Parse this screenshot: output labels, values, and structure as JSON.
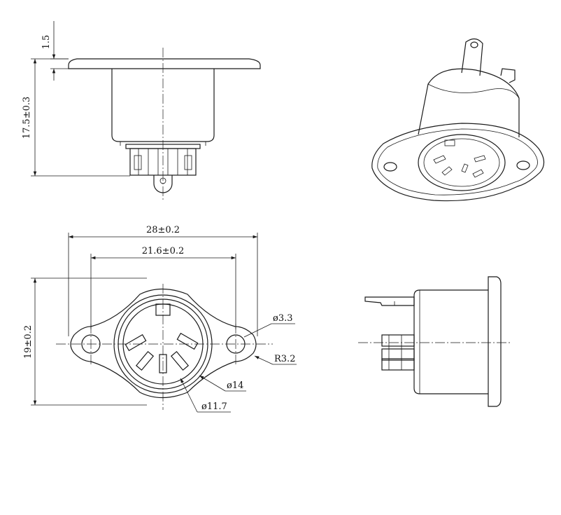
{
  "dimensions": {
    "flange_thickness": "1.5",
    "height": "17.5±0.3",
    "overall_width": "28±0.2",
    "hole_spacing": "21.6±0.2",
    "overall_height": "19±0.2",
    "hole_diameter": "ø3.3",
    "corner_radius": "R3.2",
    "body_diameter": "ø14",
    "socket_diameter": "ø11.7"
  }
}
